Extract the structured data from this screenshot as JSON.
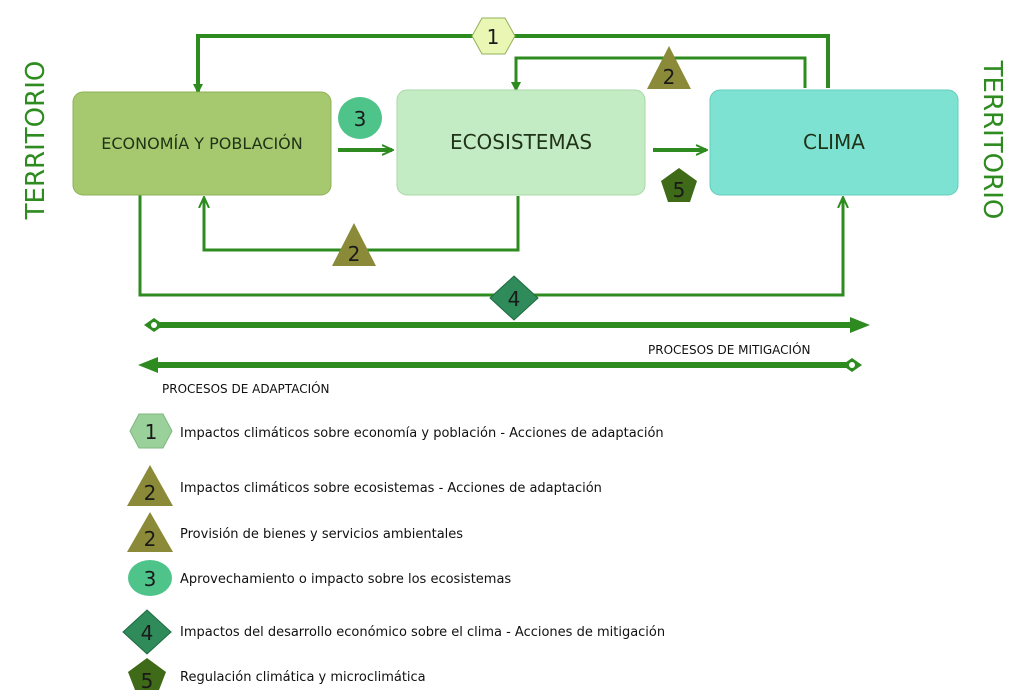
{
  "side_label_left": "TERRITORIO",
  "side_label_right": "TERRITORIO",
  "boxes": {
    "economia": "ECONOMÍA Y POBLACIÓN",
    "ecosistemas": "ECOSISTEMAS",
    "clima": "CLIMA"
  },
  "badges": {
    "b1": "1",
    "b2_top": "2",
    "b2_bottom": "2",
    "b3": "3",
    "b4": "4",
    "b5": "5"
  },
  "processes": {
    "mitigacion": "PROCESOS DE MITIGACIÓN",
    "adaptacion": "PROCESOS DE ADAPTACIÓN"
  },
  "legend": [
    {
      "num": "1",
      "shape": "hexagon",
      "text": "Impactos climáticos sobre economía y población    - Acciones de adaptación"
    },
    {
      "num": "2",
      "shape": "triangle",
      "text": "Impactos climáticos sobre ecosistemas    - Acciones de adaptación"
    },
    {
      "num": "2",
      "shape": "triangle",
      "text": "Provisión de bienes y servicios ambientales"
    },
    {
      "num": "3",
      "shape": "ellipse",
      "text": "Aprovechamiento o impacto sobre los ecosistemas"
    },
    {
      "num": "4",
      "shape": "diamond",
      "text": "Impactos del desarrollo económico sobre el clima    - Acciones de mitigación"
    },
    {
      "num": "5",
      "shape": "pentagon",
      "text": "Regulación climática y  microclimática"
    }
  ],
  "colors": {
    "arrow": "#2e8b1f",
    "economia_fill": "#a6c86f",
    "ecosistemas_fill": "#c4ecc4",
    "clima_fill": "#7ee2d2",
    "hexagon": "#e9f6b4",
    "triangle": "#8b8a38",
    "ellipse": "#4fc48a",
    "diamond": "#2f8b5a",
    "pentagon": "#3f6a17"
  }
}
